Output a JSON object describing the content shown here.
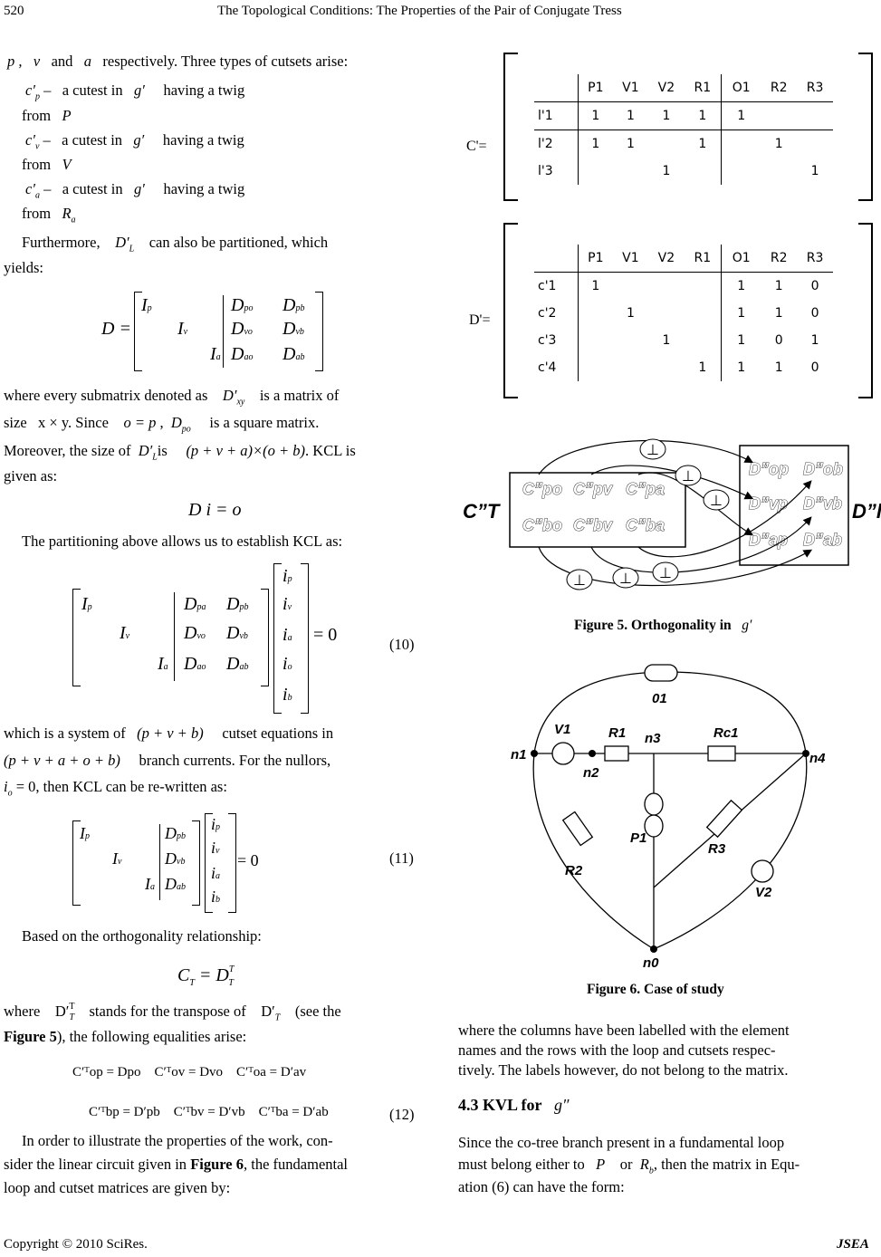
{
  "header": {
    "page_number": "520",
    "running_title": "The Topological Conditions: The Properties of the Pair of Conjugate Tress"
  },
  "left": {
    "intro_line": "respectively. Three types of cutsets arise:",
    "intro_p": "p ,",
    "intro_v": "v",
    "intro_and": "and",
    "intro_a": "a",
    "cutsets": [
      {
        "sym": "c′",
        "sub": "p",
        "dash": "–",
        "text": "a cutest in",
        "g": "g′",
        "tail": "having a twig",
        "from": "from",
        "fromsym": "P",
        "fromsub": ""
      },
      {
        "sym": "c′",
        "sub": "v",
        "dash": "–",
        "text": "a cutest in",
        "g": "g′",
        "tail": "having a twig",
        "from": "from",
        "fromsym": "V",
        "fromsub": ""
      },
      {
        "sym": "c′",
        "sub": "a",
        "dash": "–",
        "text": "a cutest in",
        "g": "g′",
        "tail": "having a twig",
        "from": "from",
        "fromsym": "R",
        "fromsub": "a"
      }
    ],
    "furthermore_1": "Furthermore,",
    "furthermore_sym": "D′",
    "furthermore_sub": "L",
    "furthermore_2": "can also be partitioned, which",
    "furthermore_3": "yields:",
    "where_1": "where every submatrix denoted as",
    "where_sym": "D′",
    "where_sub": "xy",
    "where_2": "is a matrix of",
    "size_line": "size",
    "size_xy": "x × y",
    "size_since": ". Since",
    "size_o": "o = p",
    "size_dpo": "D",
    "size_dpo_sub": "po",
    "size_square": "is a square matrix.",
    "moreover_1": "Moreover, the size of",
    "moreover_sym": "D′",
    "moreover_sub": "L",
    "moreover_is": "is",
    "moreover_expr": "(p + v + a)×(o + b)",
    "moreover_kcl": ". KCL is",
    "given_as": "given as:",
    "kcl_eq": "D i = o",
    "partition_text": "The partitioning above allows us to establish KCL as:",
    "eq10": "(10)",
    "which_1": "which is a system of",
    "which_expr": "(p + v + b)",
    "which_2": "cutset equations in",
    "branch_expr": "(p + v + a + o + b)",
    "branch_2": "branch currents. For the nullors,",
    "nullor_expr": "i",
    "nullor_sub": "o",
    "nullor_eq": "= 0",
    "nullor_2": ", then KCL can be re-written as:",
    "eq11": "(11)",
    "ortho_text": "Based on the orthogonality relationship:",
    "ortho_eq_lhs": "C",
    "ortho_eq_lhs_sub": "T",
    "ortho_eq_rhs": "= D",
    "ortho_eq_rhs_sub": "T",
    "ortho_eq_rhs_sup": "T",
    "where_t_1": "where",
    "where_t_sym": "D′",
    "where_t_sup": "T",
    "where_t_sub": "T",
    "where_t_2": "stands for the transpose of",
    "where_t_sym2": "D′",
    "where_t_sub2": "T",
    "where_t_3": "(see the",
    "fig5_ref": "Figure 5",
    "equalities_text": "), the following equalities arise:",
    "eq12": "(12)",
    "eq12_row1": [
      "C′ᵀop = Dpo",
      "C′ᵀov = Dvo",
      "C′ᵀoa = D′av"
    ],
    "eq12_row2": [
      "C′ᵀbp = D′pb",
      "C′ᵀbv = D′vb",
      "C′ᵀba = D′ab"
    ],
    "illustrate_1": "In order to illustrate the properties of the work, con-",
    "illustrate_2": "sider the linear circuit given in",
    "fig6_ref": "Figure 6",
    "illustrate_3": ", the fundamental",
    "illustrate_4": "loop and cutset matrices are given by:"
  },
  "matrices": {
    "C": {
      "label": "C'=",
      "columns": [
        "P1",
        "V1",
        "V2",
        "R1",
        "O1",
        "R2",
        "R3"
      ],
      "rows": [
        {
          "name": "l'1",
          "cells": [
            "1",
            "1",
            "1",
            "1",
            "1",
            "",
            ""
          ]
        },
        {
          "name": "l'2",
          "cells": [
            "1",
            "1",
            "",
            "1",
            "",
            "1",
            ""
          ]
        },
        {
          "name": "l'3",
          "cells": [
            "",
            "",
            "1",
            "",
            "",
            "",
            "1"
          ]
        }
      ]
    },
    "D": {
      "label": "D'=",
      "columns": [
        "P1",
        "V1",
        "V2",
        "R1",
        "O1",
        "R2",
        "R3"
      ],
      "rows": [
        {
          "name": "c'1",
          "cells": [
            "1",
            "",
            "",
            "",
            "1",
            "1",
            "0"
          ]
        },
        {
          "name": "c'2",
          "cells": [
            "",
            "1",
            "",
            "",
            "1",
            "1",
            "0"
          ]
        },
        {
          "name": "c'3",
          "cells": [
            "",
            "",
            "1",
            "",
            "1",
            "0",
            "1"
          ]
        },
        {
          "name": "c'4",
          "cells": [
            "",
            "",
            "",
            "1",
            "1",
            "1",
            "0"
          ]
        }
      ]
    }
  },
  "figure5": {
    "caption": "Figure 5. Orthogonality in",
    "caption_sym": "g′",
    "ct_label": "C”T",
    "dl_label": "D”l",
    "c_boxes": [
      "C”po",
      "C”pv",
      "C”pa",
      "C”bo",
      "C”bv",
      "C”ba"
    ],
    "d_boxes": [
      "D”op",
      "D”ob",
      "D”vp",
      "D”vb",
      "D”ap",
      "D”ab"
    ],
    "perp": "⊥"
  },
  "figure6": {
    "caption": "Figure 6. Case of study",
    "labels": {
      "O1": "01",
      "V1": "V1",
      "R1": "R1",
      "n3": "n3",
      "Rc1": "Rc1",
      "n1": "n1",
      "n2": "n2",
      "n4": "n4",
      "P1": "P1",
      "R2": "R2",
      "R3": "R3",
      "V2": "V2",
      "n0": "n0"
    }
  },
  "right": {
    "columns_1": "where the columns have been labelled with the element",
    "columns_2": "names and the rows with the loop and cutsets respec-",
    "columns_3": "tively. The labels however, do not belong to the matrix.",
    "section": "4.3 KVL for",
    "section_sym": "g″",
    "since_1": "Since the co-tree branch present in a fundamental loop",
    "since_2a": "must belong either to",
    "since_P": "P",
    "since_or": "or",
    "since_R": "R",
    "since_Rsub": "b",
    "since_2b": ", then the matrix in Equ-",
    "since_3": "ation (6) can have the form:"
  },
  "footer": {
    "copyright": "Copyright © 2010 SciRes.",
    "journal": "JSEA"
  }
}
